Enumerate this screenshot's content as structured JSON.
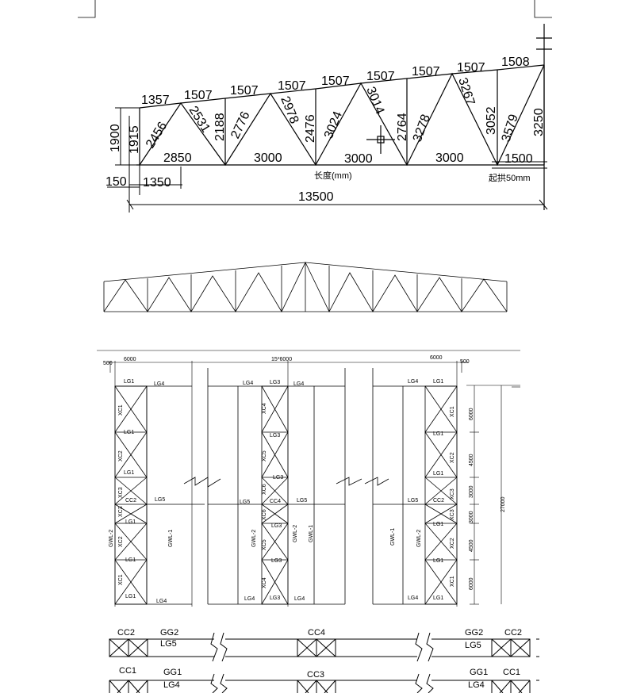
{
  "truss_dims": {
    "top_segments": [
      "1357",
      "1507",
      "1507",
      "1507",
      "1507",
      "1507",
      "1507",
      "1507",
      "1508"
    ],
    "diagonals": [
      "2456",
      "2531",
      "2188",
      "2776",
      "2978",
      "2476",
      "3024",
      "3014",
      "2764",
      "3278",
      "3267",
      "3052",
      "3579",
      "3250"
    ],
    "bottom_spans": [
      "2850",
      "3000",
      "3000",
      "3000",
      "1500"
    ],
    "left_heights": [
      "1900",
      "1915"
    ],
    "left_offsets": [
      "150",
      "1350"
    ],
    "total_length": "13500",
    "length_label": "长度(mm)",
    "camber_label": "起拱50mm"
  },
  "wall_plan": {
    "top_dims": [
      "500",
      "6000",
      "15*6000",
      "6000",
      "500"
    ],
    "right_dims": [
      "6000",
      "4500",
      "3000",
      "3000",
      "4500",
      "6000"
    ],
    "total_height": "27000",
    "labels_left": [
      "LG1",
      "LG4",
      "XC1",
      "LG1",
      "XC2",
      "LG1",
      "XC3",
      "CC2",
      "LG5",
      "XC3",
      "LG1",
      "XC2",
      "LG1",
      "XC1",
      "LG1",
      "LG4",
      "GWL-2",
      "GWL-1"
    ],
    "labels_mid": [
      "LG4",
      "LG3",
      "LG4",
      "XC4",
      "LG3",
      "XC5",
      "LG3",
      "XC6",
      "LG5",
      "CC4",
      "LG5",
      "XC6",
      "LG3",
      "XC5",
      "LG3",
      "XC4",
      "LG4",
      "LG3",
      "LG4",
      "GWL-2",
      "GWL-2",
      "GWL-1"
    ],
    "labels_right": [
      "LG4",
      "LG1",
      "XC1",
      "LG1",
      "XC2",
      "LG1",
      "LG5",
      "CC2",
      "XC3",
      "XC3",
      "LG1",
      "XC2",
      "LG1",
      "XC1",
      "LG4",
      "LG1",
      "GWL-1",
      "GWL-2"
    ]
  },
  "bottom_strips": {
    "row1": {
      "left_cc": "CC2",
      "left_gg": "GG2",
      "left_lg": "LG5",
      "mid_cc": "CC4",
      "right_gg": "GG2",
      "right_cc": "CC2",
      "right_lg": "LG5"
    },
    "row2": {
      "left_cc": "CC1",
      "left_gg": "GG1",
      "left_lg": "LG4",
      "mid_cc": "CC3",
      "right_gg": "GG1",
      "right_cc": "CC1",
      "right_lg": "LG4"
    }
  }
}
